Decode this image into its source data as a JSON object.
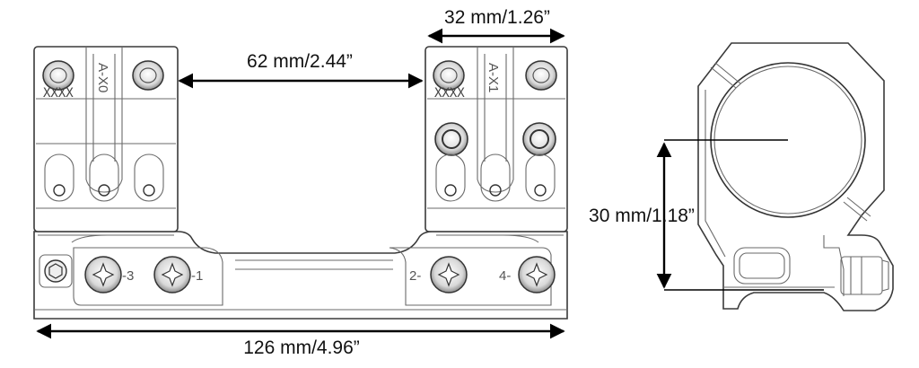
{
  "dimensions": {
    "ring_width": "32 mm/1.26”",
    "ring_spacing": "62 mm/2.44”",
    "center_height": "30 mm/1.18”",
    "overall_length": "126 mm/4.96”"
  },
  "ring_markings": {
    "front_ring": "A-X0",
    "rear_ring": "A-X1",
    "serial_front": "XXXX",
    "serial_rear": "XXXX"
  },
  "screw_numbers": [
    "-3",
    "-1",
    "2-",
    "4-"
  ]
}
